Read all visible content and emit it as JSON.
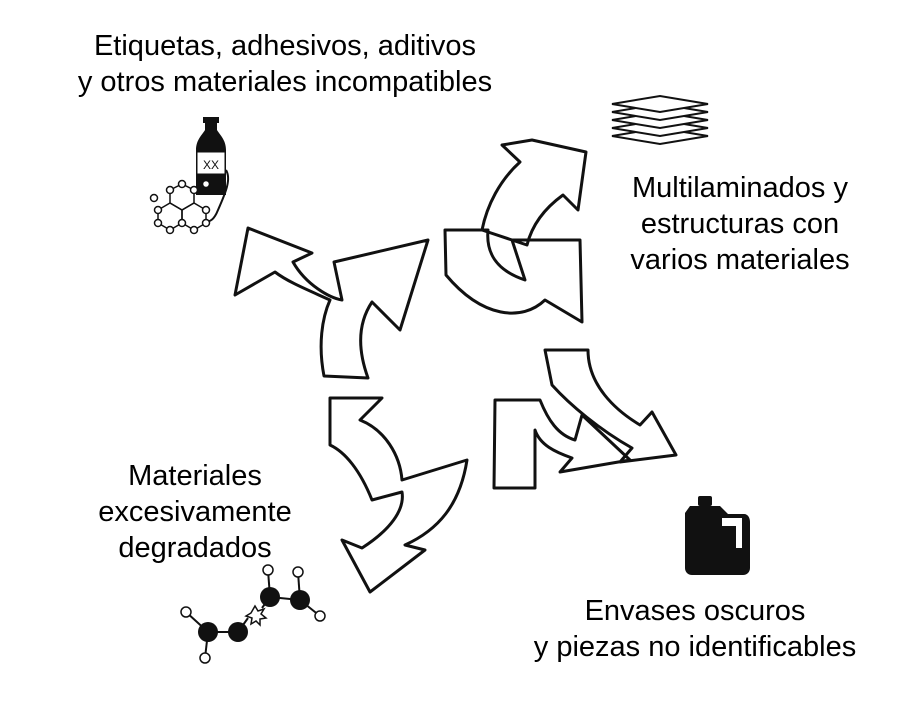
{
  "labels": {
    "top_left": [
      "Etiquetas, adhesivos, aditivos",
      "y otros materiales incompatibles"
    ],
    "top_right": [
      "Multilaminados y",
      "estructuras con",
      "varios materiales"
    ],
    "bottom_right": [
      "Envases oscuros",
      "y piezas no identificables"
    ],
    "bottom_left": [
      "Materiales",
      "excesivamente",
      "degradados"
    ]
  },
  "icons": {
    "top_left": "bottle-with-label-and-molecule-icon",
    "top_right": "stacked-layers-icon",
    "bottom_right": "dark-jerrycan-icon",
    "bottom_left": "broken-polymer-chain-icon"
  },
  "bottle_label": "XX",
  "colors": {
    "stroke": "#111111",
    "fill": "#ffffff",
    "ink": "#000000"
  }
}
